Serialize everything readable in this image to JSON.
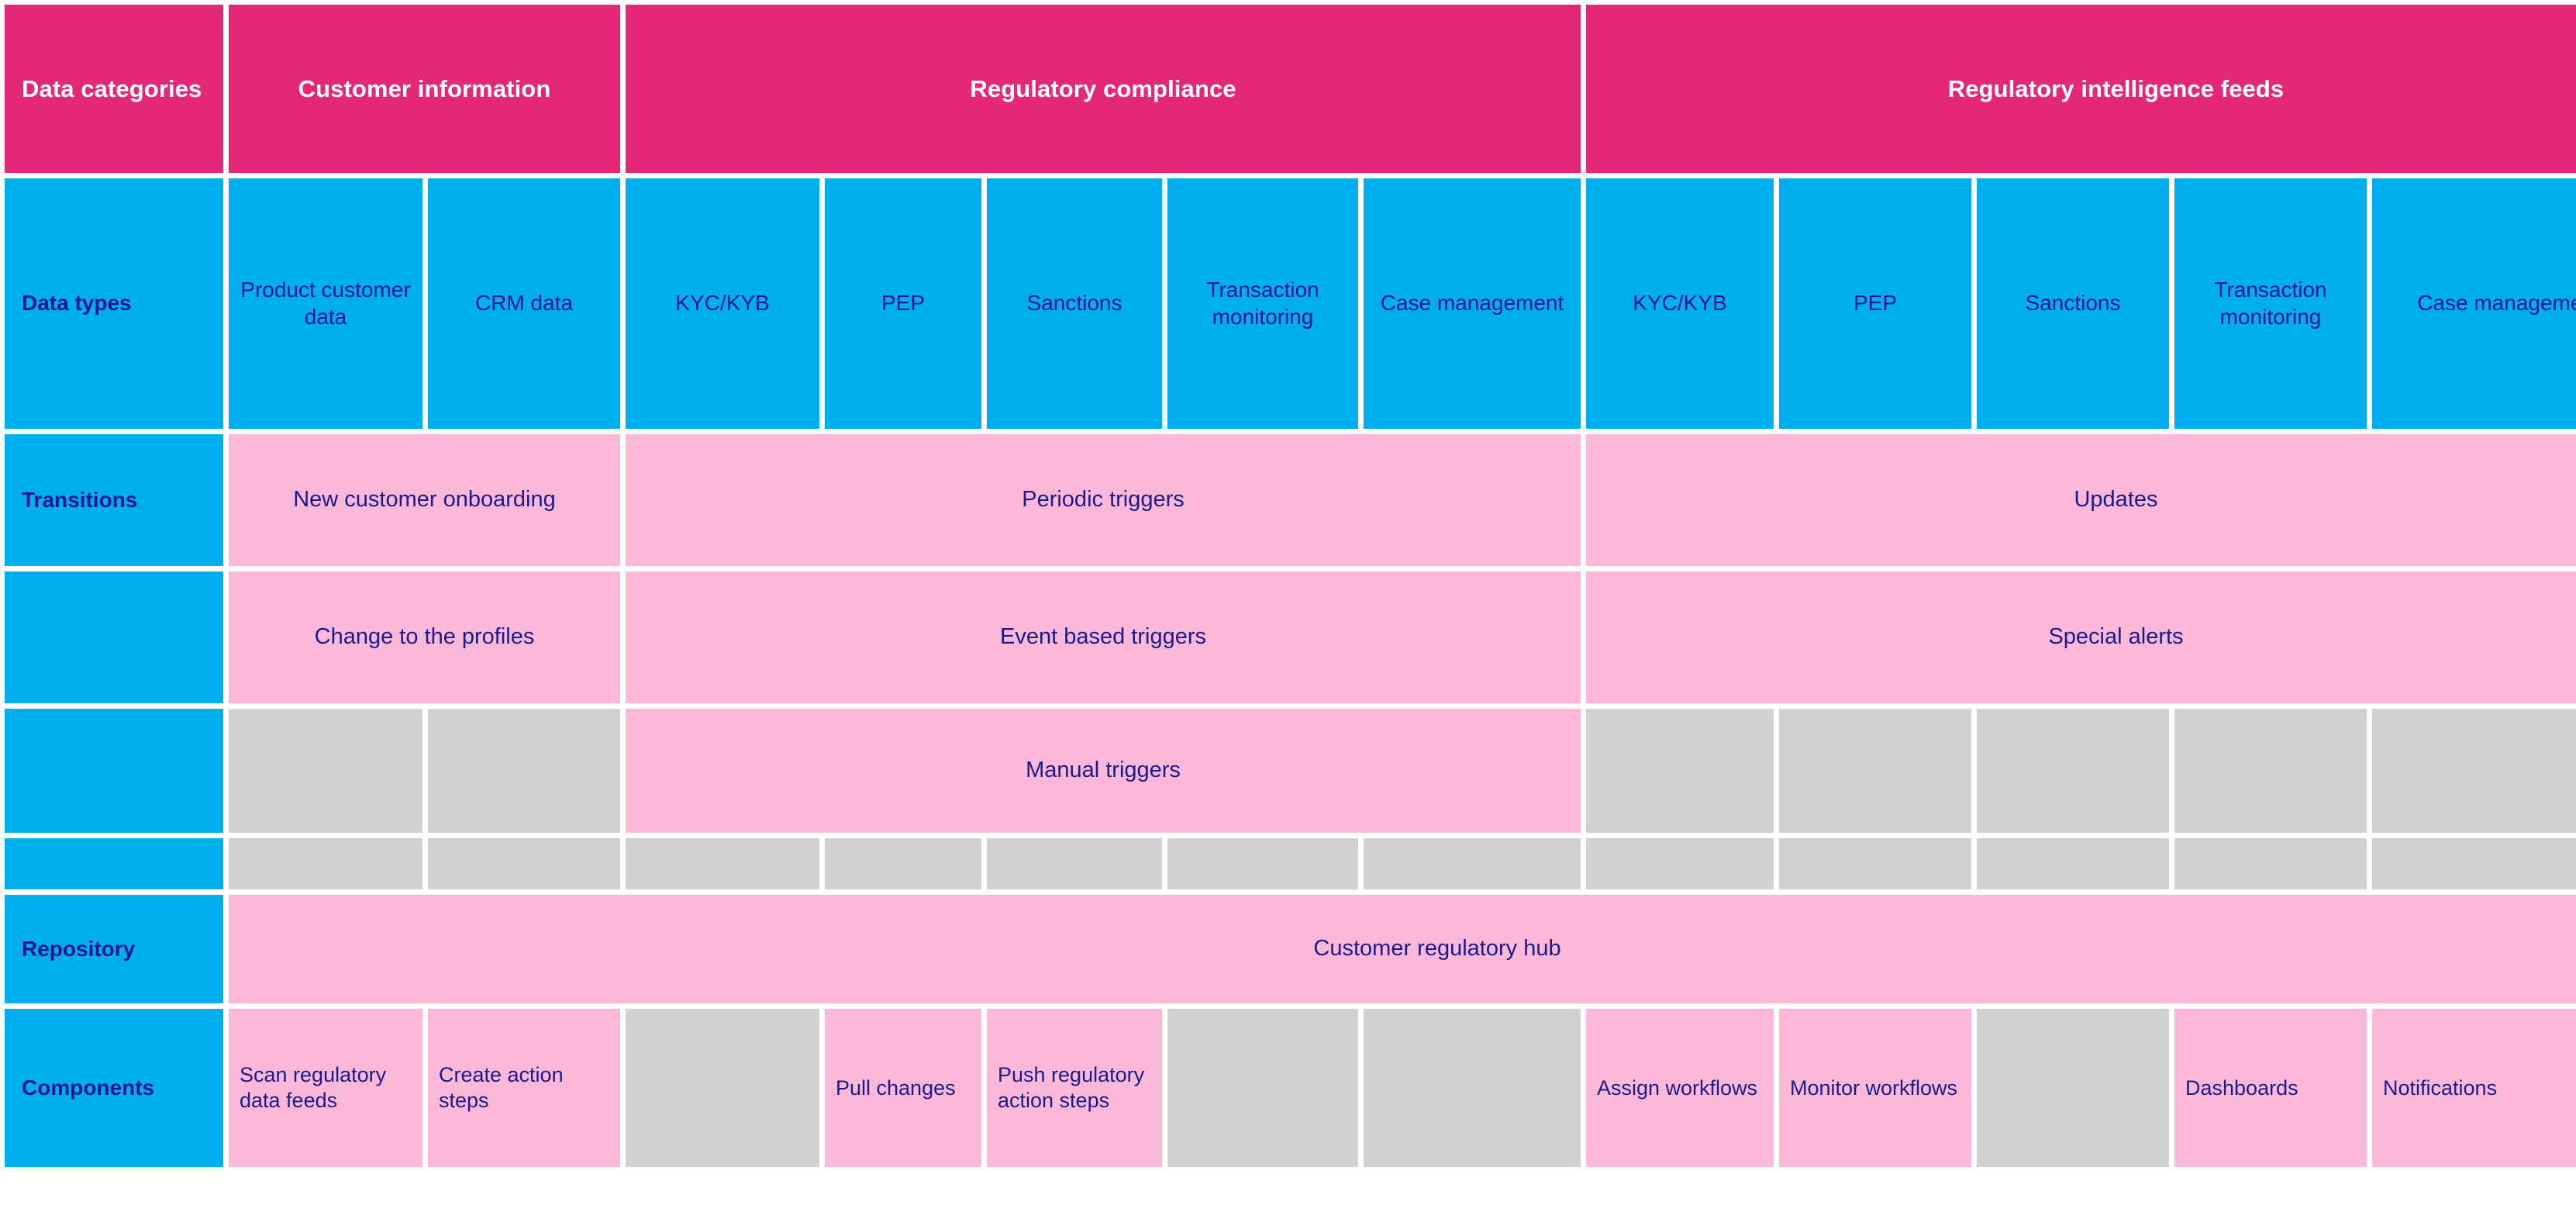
{
  "colors": {
    "magenta": "#e32878",
    "blue": "#00adee",
    "pink": "#fbb8d8",
    "grey": "#d1d1d1",
    "text_dark": "#1a1a8c",
    "text_light": "#ffffff"
  },
  "row_labels": {
    "data_categories": "Data categories",
    "data_types": "Data types",
    "transitions": "Transitions",
    "repository": "Repository",
    "components": "Components"
  },
  "categories": [
    {
      "label": "Customer information",
      "span": 2
    },
    {
      "label": "Regulatory compliance",
      "span": 5
    },
    {
      "label": "Regulatory intelligence feeds",
      "span": 5
    }
  ],
  "data_types": [
    "Product customer data",
    "CRM data",
    "KYC/KYB",
    "PEP",
    "Sanctions",
    "Transaction monitoring",
    "Case management",
    "KYC/KYB",
    "PEP",
    "Sanctions",
    "Transaction monitoring",
    "Case management"
  ],
  "transitions": {
    "row1": [
      {
        "label": "New customer onboarding",
        "span": 2
      },
      {
        "label": "Periodic triggers",
        "span": 5
      },
      {
        "label": "Updates",
        "span": 5
      }
    ],
    "row2": [
      {
        "label": "Change to the profiles",
        "span": 2
      },
      {
        "label": "Event based triggers",
        "span": 5
      },
      {
        "label": "Special alerts",
        "span": 5
      }
    ],
    "row3": {
      "manual_label": "Manual triggers",
      "cells": [
        {
          "label": "",
          "state": "empty"
        },
        {
          "label": "",
          "state": "empty"
        },
        {
          "label": "Manual triggers",
          "state": "filled",
          "span": 5
        },
        {
          "label": "",
          "state": "empty"
        },
        {
          "label": "",
          "state": "empty"
        },
        {
          "label": "",
          "state": "empty"
        },
        {
          "label": "",
          "state": "empty"
        },
        {
          "label": "",
          "state": "empty"
        }
      ]
    },
    "row4_spacer": [
      "empty",
      "empty",
      "empty",
      "empty",
      "empty",
      "empty",
      "empty",
      "empty",
      "empty",
      "empty",
      "empty",
      "empty"
    ]
  },
  "repository": {
    "label": "Customer regulatory hub"
  },
  "components": [
    {
      "label": "Scan regulatory data feeds",
      "state": "filled"
    },
    {
      "label": "Create action steps",
      "state": "filled"
    },
    {
      "label": "",
      "state": "empty"
    },
    {
      "label": "Pull changes",
      "state": "filled"
    },
    {
      "label": "Push regulatory action steps",
      "state": "filled"
    },
    {
      "label": "",
      "state": "empty"
    },
    {
      "label": "",
      "state": "empty"
    },
    {
      "label": "Assign workflows",
      "state": "filled"
    },
    {
      "label": "Monitor workflows",
      "state": "filled"
    },
    {
      "label": "",
      "state": "empty"
    },
    {
      "label": "Dashboards",
      "state": "filled"
    },
    {
      "label": "Notifications",
      "state": "filled"
    }
  ]
}
